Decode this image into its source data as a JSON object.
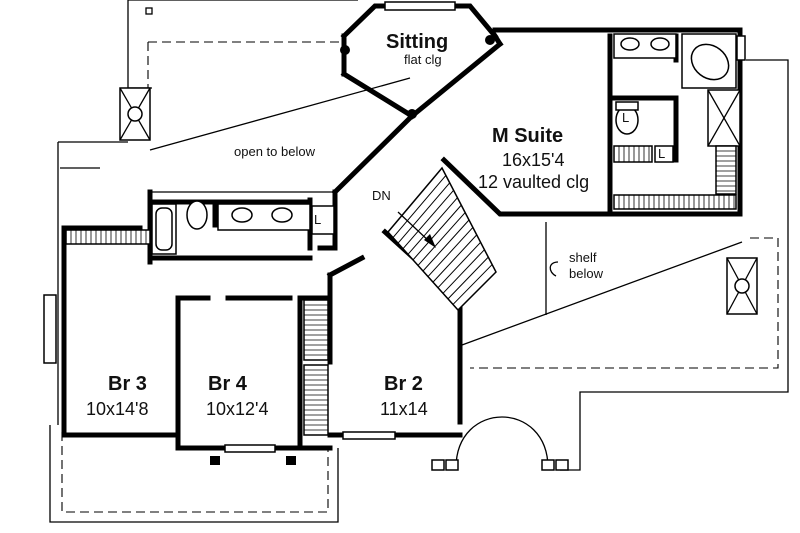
{
  "rooms": {
    "sitting": {
      "name": "Sitting",
      "note": "flat clg"
    },
    "m_suite": {
      "name": "M Suite",
      "size": "16x15'4",
      "note": "12 vaulted clg"
    },
    "br3": {
      "name": "Br 3",
      "size": "10x14'8"
    },
    "br4": {
      "name": "Br 4",
      "size": "10x12'4"
    },
    "br2": {
      "name": "Br 2",
      "size": "11x14"
    }
  },
  "labels": {
    "open_below": "open to below",
    "stair": "DN",
    "shelf_line1": "shelf",
    "shelf_line2": "below",
    "linen_marks": [
      "L",
      "L",
      "L"
    ]
  }
}
